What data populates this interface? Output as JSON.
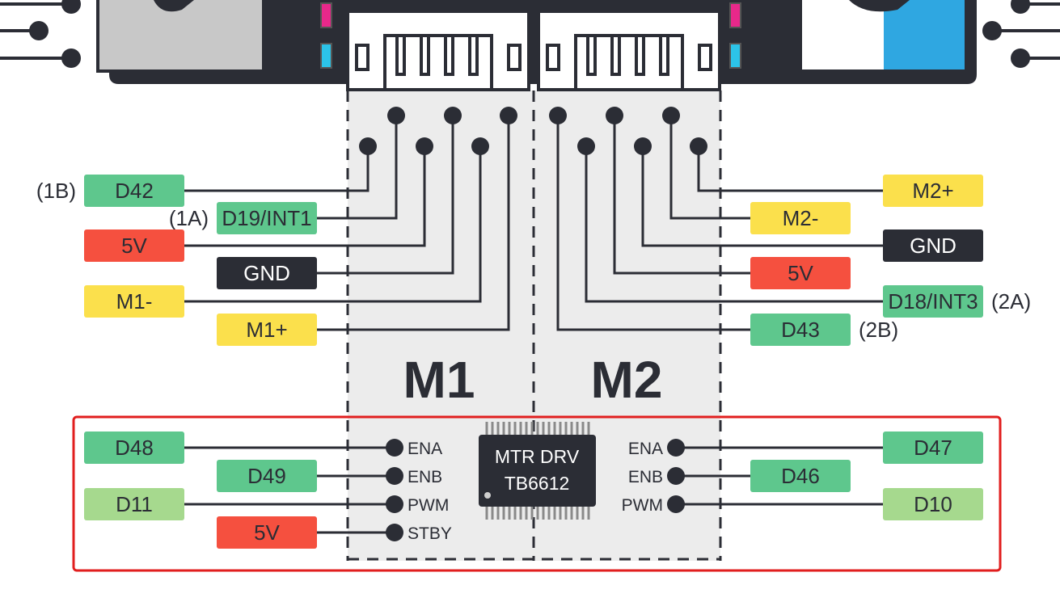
{
  "colors": {
    "green": "#5ec78d",
    "light_green": "#a6d98e",
    "red": "#f5503f",
    "yellow": "#fbe04c",
    "dark": "#2b2d35",
    "blue": "#2fa7e1",
    "magenta": "#e8288a",
    "cyan": "#2cc3e8",
    "highlight": "#e11e1e",
    "panel": "#ececec"
  },
  "motors": {
    "m1": "M1",
    "m2": "M2"
  },
  "chip": {
    "line1": "MTR DRV",
    "line2": "TB6612"
  },
  "m1_pins": [
    {
      "label": "D42",
      "color": "green",
      "note": "(1B)"
    },
    {
      "label": "D19/INT1",
      "color": "green",
      "note": "(1A)"
    },
    {
      "label": "5V",
      "color": "red",
      "note": ""
    },
    {
      "label": "GND",
      "color": "dark",
      "note": ""
    },
    {
      "label": "M1-",
      "color": "yellow",
      "note": ""
    },
    {
      "label": "M1+",
      "color": "yellow",
      "note": ""
    }
  ],
  "m2_pins": [
    {
      "label": "M2+",
      "color": "yellow",
      "note": ""
    },
    {
      "label": "M2-",
      "color": "yellow",
      "note": ""
    },
    {
      "label": "GND",
      "color": "dark",
      "note": ""
    },
    {
      "label": "5V",
      "color": "red",
      "note": ""
    },
    {
      "label": "D18/INT3",
      "color": "green",
      "note": "(2A)"
    },
    {
      "label": "D43",
      "color": "green",
      "note": "(2B)"
    }
  ],
  "drv_left": [
    {
      "pin": "ENA",
      "label": "D48",
      "color": "green"
    },
    {
      "pin": "ENB",
      "label": "D49",
      "color": "green"
    },
    {
      "pin": "PWM",
      "label": "D11",
      "color": "light_green"
    },
    {
      "pin": "STBY",
      "label": "5V",
      "color": "red"
    }
  ],
  "drv_right": [
    {
      "pin": "ENA",
      "label": "D47",
      "color": "green"
    },
    {
      "pin": "ENB",
      "label": "D46",
      "color": "green"
    },
    {
      "pin": "PWM",
      "label": "D10",
      "color": "light_green"
    }
  ]
}
